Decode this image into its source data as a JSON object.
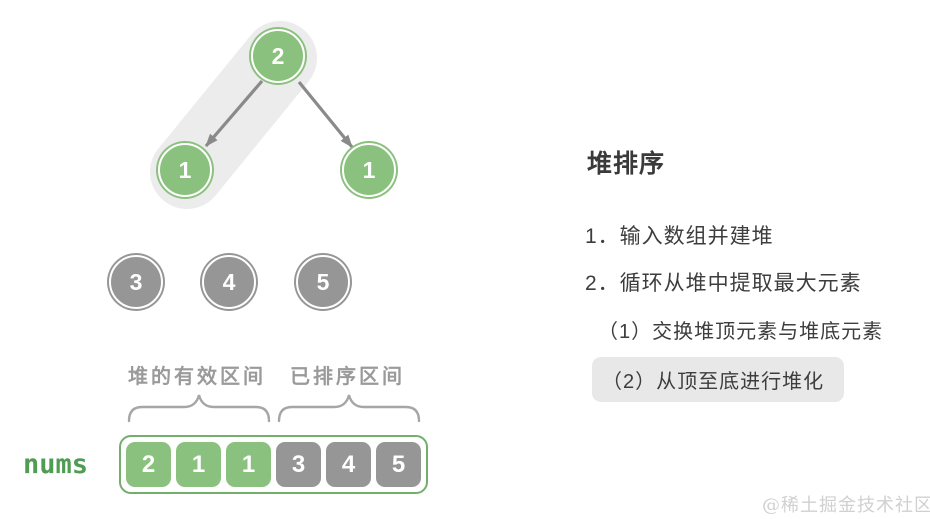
{
  "diagram": {
    "heap_tree": {
      "nodes": [
        "2",
        "1",
        "1"
      ]
    },
    "extracted_nodes": [
      "3",
      "4",
      "5"
    ],
    "region_labels": {
      "heap_region": "堆的有效区间",
      "sorted_region": "已排序区间"
    },
    "array": {
      "name": "nums",
      "cells": [
        "2",
        "1",
        "1",
        "3",
        "4",
        "5"
      ]
    }
  },
  "steps_panel": {
    "title": "堆排序",
    "steps": [
      "1．输入数组并建堆",
      "2．循环从堆中提取最大元素"
    ],
    "substeps": [
      {
        "label": "（1）交换堆顶元素与堆底元素",
        "highlighted": false
      },
      {
        "label": "（2）从顶至底进行堆化",
        "highlighted": true
      }
    ]
  },
  "watermark": "@稀土掘金技术社区",
  "colors": {
    "node_green": "#8BC17E",
    "node_gray": "#969696",
    "array_border_green": "#72AF6B",
    "band_gray": "#ececec",
    "arrow_gray": "#8a8a8a",
    "highlight_gray": "#e8e8e8",
    "text_dark": "#3d3d3d",
    "label_gray": "#9a9a9a",
    "nums_green": "#4F9D53"
  }
}
